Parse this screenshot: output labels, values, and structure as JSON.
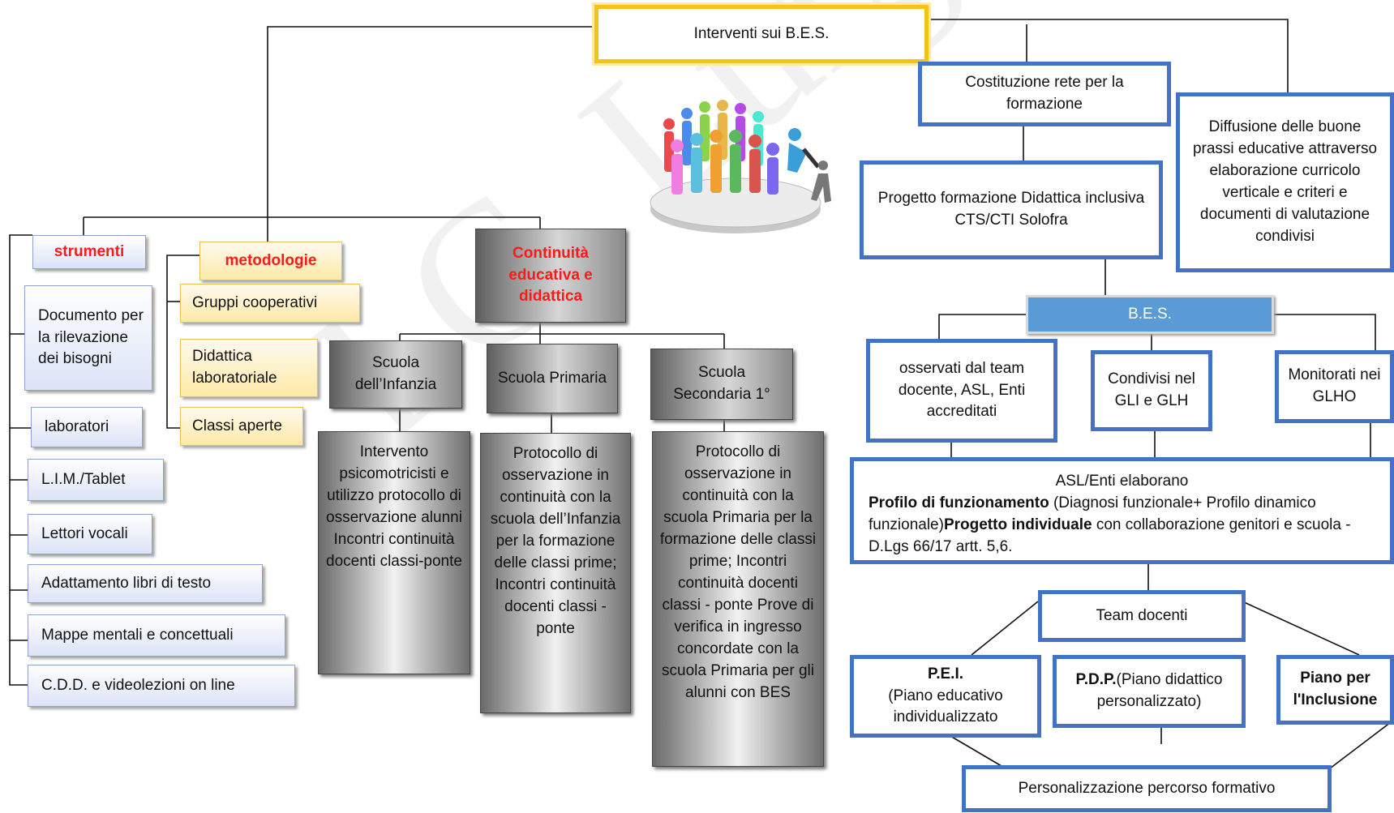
{
  "root": "Interventi sui B.E.S.",
  "left": {
    "strumenti": {
      "title": "strumenti",
      "items": [
        "Documento per la rilevazione dei bisogni",
        "laboratori",
        "L.I.M./Tablet",
        "Lettori vocali",
        "Adattamento libri di testo",
        "Mappe mentali e concettuali",
        "C.D.D. e videolezioni on line"
      ]
    },
    "metodologie": {
      "title": "metodologie",
      "items": [
        "Gruppi cooperativi",
        "Didattica laboratoriale",
        "Classi aperte"
      ]
    },
    "continuita": {
      "title": "Continuità educativa e didattica",
      "schools": [
        {
          "name": "Scuola dell’Infanzia",
          "detail": "Intervento psicomotricisti e utilizzo protocollo di osservazione alunni Incontri continuità docenti classi-ponte"
        },
        {
          "name": "Scuola Primaria",
          "detail": "Protocollo di osservazione in continuità con la scuola dell’Infanzia per la formazione delle classi prime; Incontri continuità docenti classi - ponte"
        },
        {
          "name": "Scuola Secondaria 1°",
          "detail": "Protocollo di osservazione in continuità con la scuola Primaria per la formazione delle classi prime; Incontri continuità docenti classi - ponte Prove di verifica in ingresso concordate con la scuola Primaria per gli alunni con BES"
        }
      ]
    }
  },
  "right": {
    "rete": "Costituzione rete per la formazione",
    "diffusione": "Diffusione delle buone prassi educative attraverso elaborazione curricolo verticale e criteri e documenti di valutazione condivisi",
    "progetto": "Progetto formazione Didattica inclusiva CTS/CTI Solofra",
    "bes": "B.E.S.",
    "osservati": "osservati dal team docente, ASL, Enti accreditati",
    "condivisi": "Condivisi nel GLI e GLH",
    "monitorati": "Monitorati nei GLHO",
    "asl": {
      "line1": "ASL/Enti elaborano",
      "b1": "Profilo di funzionamento",
      "t1": " (Diagnosi funzionale+ Profilo dinamico funzionale)",
      "b2": "Progetto individuale",
      "t2": " con collaborazione genitori e scuola - D.Lgs 66/17 artt. 5,6."
    },
    "team": "Team docenti",
    "pei": {
      "title": "P.E.I.",
      "text": "(Piano educativo individualizzato"
    },
    "pdp": {
      "title": "P.D.P.",
      "text": "(Piano didattico personalizzato)"
    },
    "inclusione": "Piano per l'Inclusione",
    "personalizzazione": "Personalizzazione percorso formativo"
  },
  "watermark": "I.C. Luigi Cerina",
  "colors": {
    "blue_border": "#4472c4",
    "gold_border": "#f5c218",
    "red_title": "#ff1a1a",
    "bes_fill": "#5b9bd5"
  },
  "icon": "people-community-icon"
}
